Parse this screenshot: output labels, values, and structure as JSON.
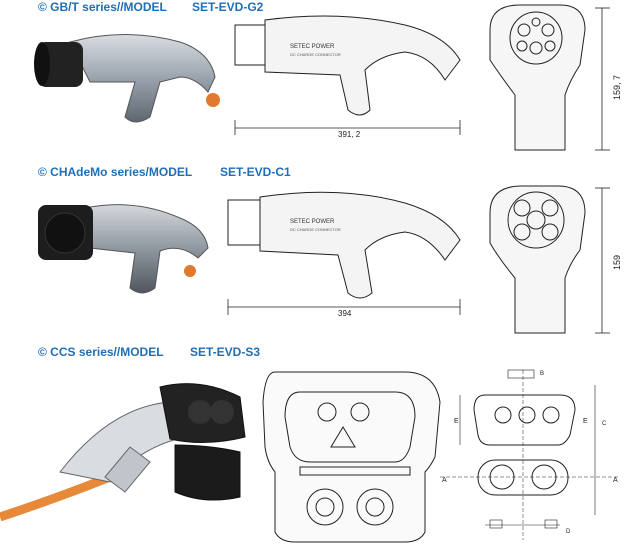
{
  "sections": [
    {
      "series": "© GB/T series//MODEL",
      "model": "SET-EVD-G2",
      "length_dim": "391, 2",
      "height_dim": "159, 7",
      "brand_text": "SETEC POWER",
      "brand_sub": "DC CHARGE CONNECTOR"
    },
    {
      "series": "© CHAdeMo series/MODEL",
      "model": "SET-EVD-C1",
      "length_dim": "394",
      "height_dim": "159",
      "brand_text": "SETEC POWER",
      "brand_sub": "DC CHARGE CONNECTOR"
    },
    {
      "series": "© CCS  series//MODEL",
      "model": "SET-EVD-S3",
      "tech_labels": [
        "A",
        "E",
        "E",
        "A",
        "B",
        "C",
        "D"
      ]
    }
  ],
  "colors": {
    "title": "#1f6fb8",
    "line": "#222222",
    "cable": "#e8893a",
    "handle_gray": "#9aa3ad",
    "accent_orange": "#e07a2e"
  }
}
